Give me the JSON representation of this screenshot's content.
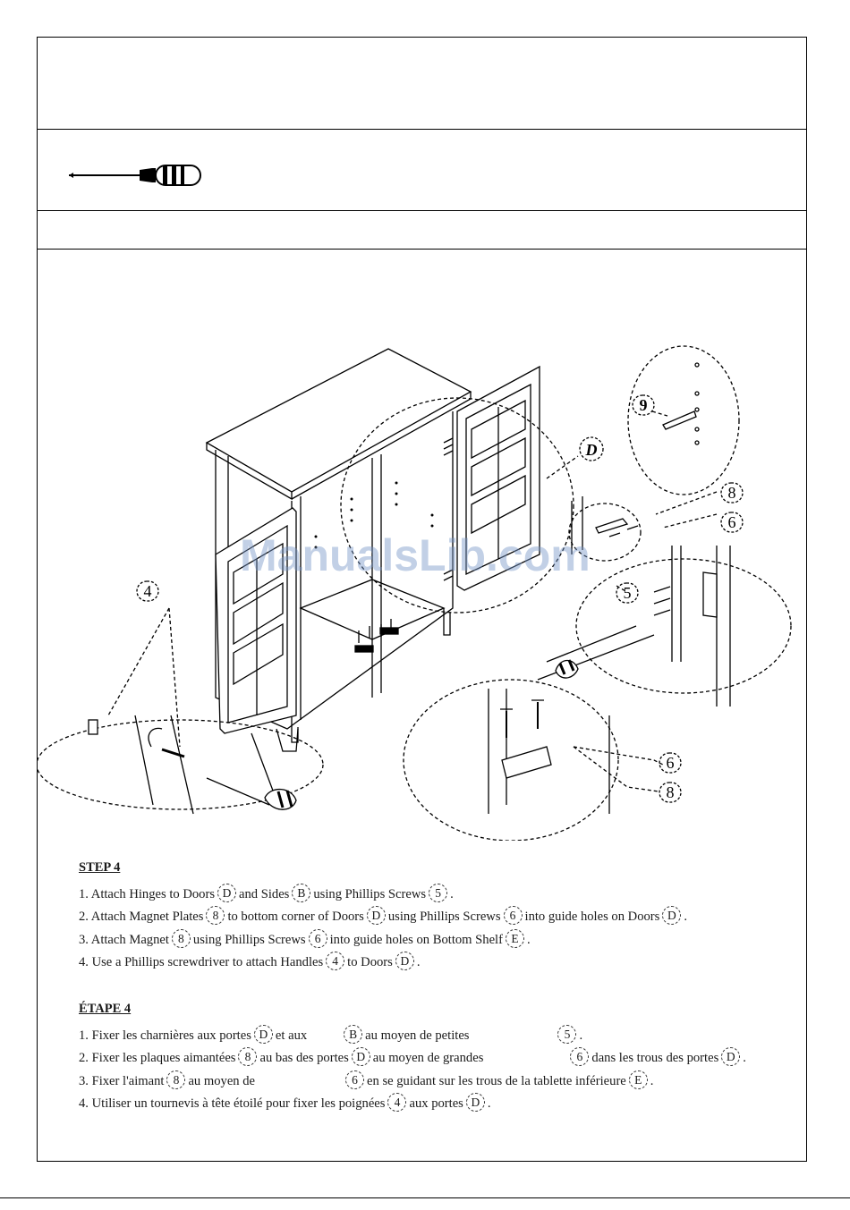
{
  "watermark": "ManualsLib.com",
  "diagram": {
    "door_callout": "D",
    "part_9": "9",
    "part_8_top": "8",
    "part_6_top": "6",
    "part_5": "5",
    "part_4": "4",
    "part_6_bottom": "6",
    "part_8_bottom": "8"
  },
  "step_en": {
    "heading": "STEP 4",
    "line1": {
      "a": "1. Attach Hinges to Doors",
      "c1": "D",
      "b": "and Sides",
      "c2": "B",
      "c": "using Phillips Screws",
      "c3": "5",
      "d": "."
    },
    "line2": {
      "a": "2. Attach Magnet Plates",
      "c1": "8",
      "b": "to bottom corner of Doors",
      "c2": "D",
      "c": "using Phillips Screws",
      "c3": "6",
      "d": "into guide holes on Doors",
      "c4": "D",
      "e": "."
    },
    "line3": {
      "a": "3. Attach Magnet",
      "c1": "8",
      "b": "using Phillips Screws",
      "c2": "6",
      "c": "into guide holes on Bottom Shelf",
      "c3": "E",
      "d": "."
    },
    "line4": {
      "a": "4. Use a Phillips screwdriver to attach Handles",
      "c1": "4",
      "b": "to Doors",
      "c2": "D",
      "c": "."
    }
  },
  "step_fr": {
    "heading": "ÉTAPE 4",
    "line1": {
      "a": "1. Fixer les charnières aux portes",
      "c1": "D",
      "b": "et aux",
      "c2": "B",
      "c": "au moyen de petites",
      "c3": "5",
      "d": "."
    },
    "line2": {
      "a": "2. Fixer les plaques aimantées",
      "c1": "8",
      "b": "au bas des portes",
      "c2": "D",
      "c": "au moyen de grandes",
      "c3": "6",
      "d": "dans les trous des portes",
      "c4": "D",
      "e": "."
    },
    "line3": {
      "a": "3. Fixer l'aimant",
      "c1": "8",
      "b": "au moyen de",
      "c2": "6",
      "c": "en se guidant sur les trous de la tablette inférieure",
      "c3": "E",
      "d": "."
    },
    "line4": {
      "a": "4. Utiliser un tournevis à tête étoilé pour fixer les poignées",
      "c1": "4",
      "b": "aux portes",
      "c2": "D",
      "c": "."
    }
  }
}
